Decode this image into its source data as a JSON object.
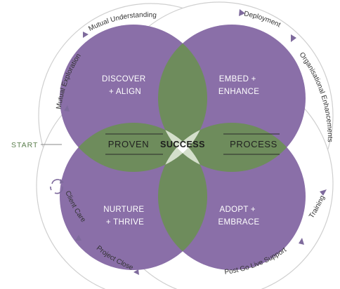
{
  "quadrants": {
    "top_left": [
      "DISCOVER",
      "+ ALIGN"
    ],
    "top_right": [
      "EMBED +",
      "ENHANCE"
    ],
    "bottom_left": [
      "NURTURE",
      "+ THRIVE"
    ],
    "bottom_right": [
      "ADOPT +",
      "EMBRACE"
    ]
  },
  "band": {
    "left": "PROVEN",
    "center": "SUCCESS",
    "right": "PROCESS"
  },
  "start_label": "START",
  "ring_labels": {
    "mutual_understanding": "Mutual Understanding",
    "mutual_exploration": "Mutual Exploration",
    "deployment": "Deployment",
    "organisational_enhancements": "Organisational Enhancements",
    "client_care": "Client Care",
    "project_close": "Project Close",
    "training": "Training",
    "post_go_live_support": "Post Go Live Support"
  },
  "colors": {
    "purple": "#8a6fa8",
    "green": "#6e8c5c",
    "light_green": "#d4dfcb",
    "ring_border": "#c8c8c8",
    "arrow": "#7e6a9c"
  },
  "icons": {
    "ring_arrows": "triangle-arrow",
    "cycle": "recycle-icon"
  }
}
